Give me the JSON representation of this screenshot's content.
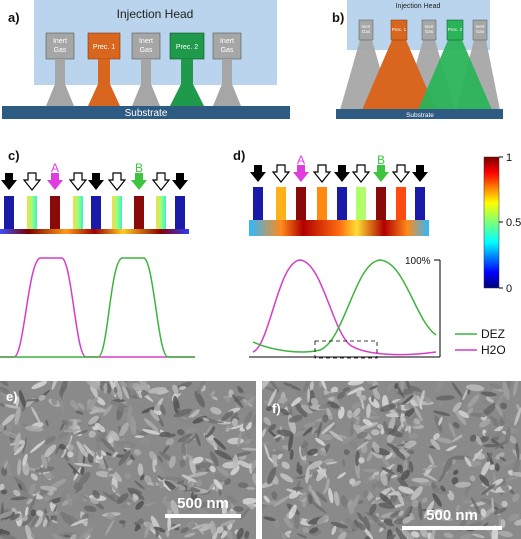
{
  "panels": {
    "a": {
      "label": "a)",
      "head_title": "Injection Head",
      "substrate": "Substrate",
      "channels": [
        "Inert Gas",
        "Prec. 1",
        "Inert Gas",
        "Prec. 2",
        "Inert Gas"
      ]
    },
    "b": {
      "label": "b)",
      "head_title": "Injection Head",
      "substrate": "Substrate",
      "channels": [
        "Inert Gas",
        "Prec. 1",
        "Inert Gas",
        "Prec. 2",
        "Inert Gas"
      ]
    },
    "c": {
      "label": "c)",
      "arrow_a": "A",
      "arrow_b": "B"
    },
    "d": {
      "label": "d)",
      "arrow_a": "A",
      "arrow_b": "B"
    },
    "e": {
      "label": "e)",
      "scale_bar": "500 nm"
    },
    "f": {
      "label": "f)",
      "scale_bar": "500 nm"
    }
  },
  "colorbar": {
    "ticks": [
      "1",
      "0.5",
      "0"
    ]
  },
  "profile": {
    "max_label": "100%",
    "legend": [
      {
        "name": "DEZ",
        "color": "#3cb43c"
      },
      {
        "name": "H2O",
        "color": "#d63cc8"
      }
    ]
  },
  "colors": {
    "head": "#b9d4ec",
    "inert": "#a6a6a6",
    "prec1": "#d9661e",
    "prec2": "#1f9a4a",
    "substrate": "#2e5b82",
    "dez": "#3cb43c",
    "h2o": "#d63cc8"
  }
}
